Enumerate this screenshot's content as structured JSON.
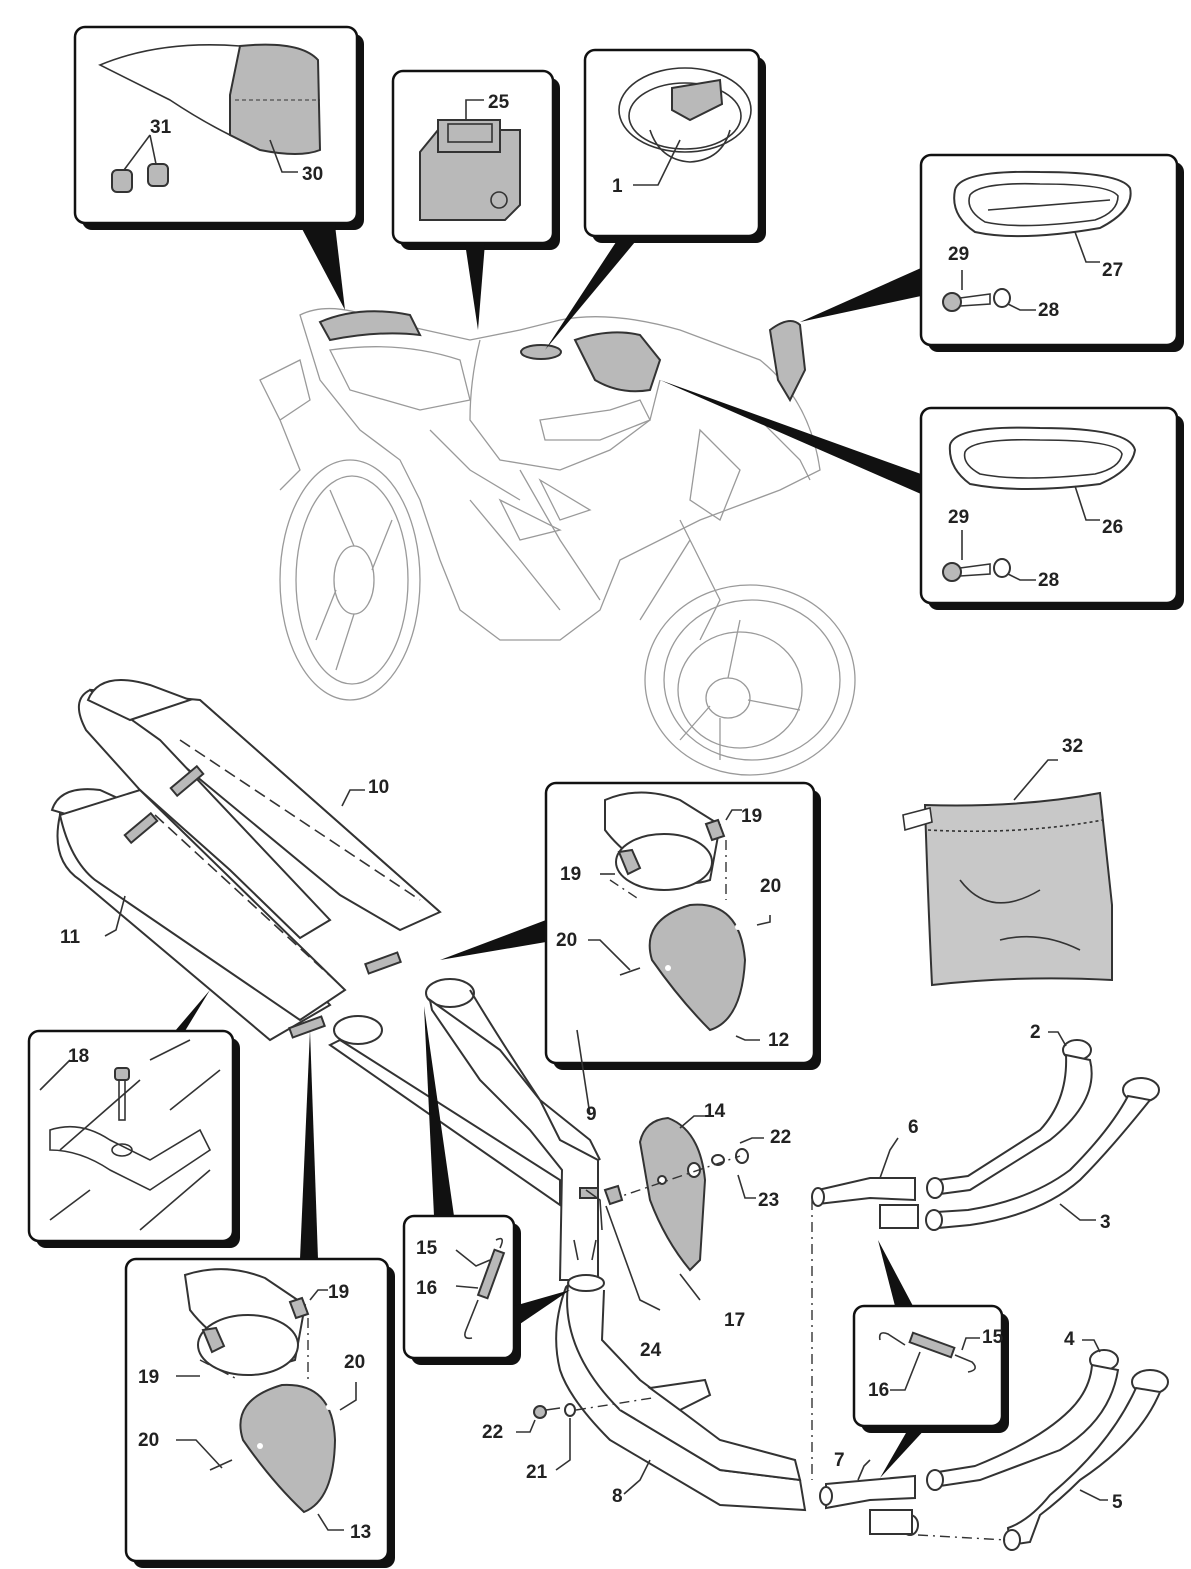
{
  "callouts": {
    "c1": "1",
    "c2": "2",
    "c3": "3",
    "c4": "4",
    "c5": "5",
    "c6": "6",
    "c7": "7",
    "c8": "8",
    "c9": "9",
    "c10": "10",
    "c11": "11",
    "c12": "12",
    "c13": "13",
    "c14": "14",
    "c15a": "15",
    "c15b": "15",
    "c16a": "16",
    "c16b": "16",
    "c17": "17",
    "c18": "18",
    "c19a": "19",
    "c19b": "19",
    "c19c": "19",
    "c19d": "19",
    "c20a": "20",
    "c20b": "20",
    "c20c": "20",
    "c20d": "20",
    "c21": "21",
    "c22a": "22",
    "c22b": "22",
    "c23": "23",
    "c24": "24",
    "c25": "25",
    "c26": "26",
    "c27": "27",
    "c28a": "28",
    "c28b": "28",
    "c29a": "29",
    "c29b": "29",
    "c30": "30",
    "c31": "31",
    "c32": "32"
  },
  "colors": {
    "part_fill": "#b9b9b9",
    "outline": "#333333",
    "bike_line": "#9a9a9a"
  }
}
